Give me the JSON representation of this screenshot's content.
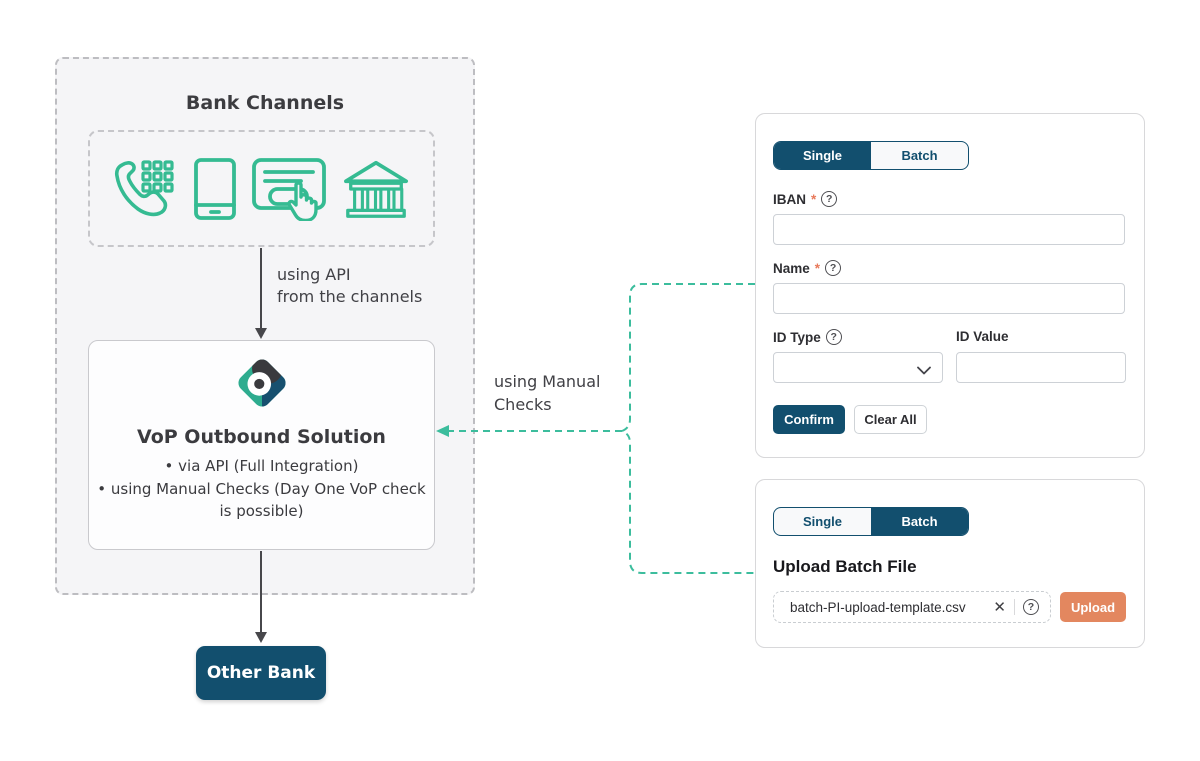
{
  "colors": {
    "navy": "#124F6E",
    "icon_teal": "#35BB92",
    "connector_teal": "#3CBD9D",
    "salmon": "#E3875F",
    "required_red": "#E8795A"
  },
  "icons": {
    "help_glyph": "?",
    "close_glyph": "✕"
  },
  "diagram": {
    "bank_channels": {
      "title": "Bank Channels",
      "channel_icons": [
        "phone-keypad-icon",
        "mobile-phone-icon",
        "online-banking-click-icon",
        "bank-branch-icon"
      ]
    },
    "api_label": {
      "line1": "using API",
      "line2": "from the channels"
    },
    "manual_label": {
      "line1": "using Manual",
      "line2": "Checks"
    },
    "vop": {
      "title": "VoP Outbound Solution",
      "bullets": [
        "via API (Full Integration)",
        "using Manual Checks (Day One VoP check is possible)"
      ]
    },
    "other_bank_label": "Other Bank"
  },
  "single_form": {
    "tabs": {
      "single": "Single",
      "batch": "Batch",
      "active": "Single"
    },
    "fields": {
      "iban": {
        "label": "IBAN",
        "required_marker": "*",
        "value": ""
      },
      "name": {
        "label": "Name",
        "required_marker": "*",
        "value": ""
      },
      "id_type": {
        "label": "ID Type",
        "value": ""
      },
      "id_value": {
        "label": "ID Value",
        "value": ""
      }
    },
    "buttons": {
      "confirm": "Confirm",
      "clear_all": "Clear All"
    }
  },
  "batch_form": {
    "tabs": {
      "single": "Single",
      "batch": "Batch",
      "active": "Batch"
    },
    "heading": "Upload Batch File",
    "file_name": "batch-PI-upload-template.csv",
    "upload_label": "Upload"
  }
}
